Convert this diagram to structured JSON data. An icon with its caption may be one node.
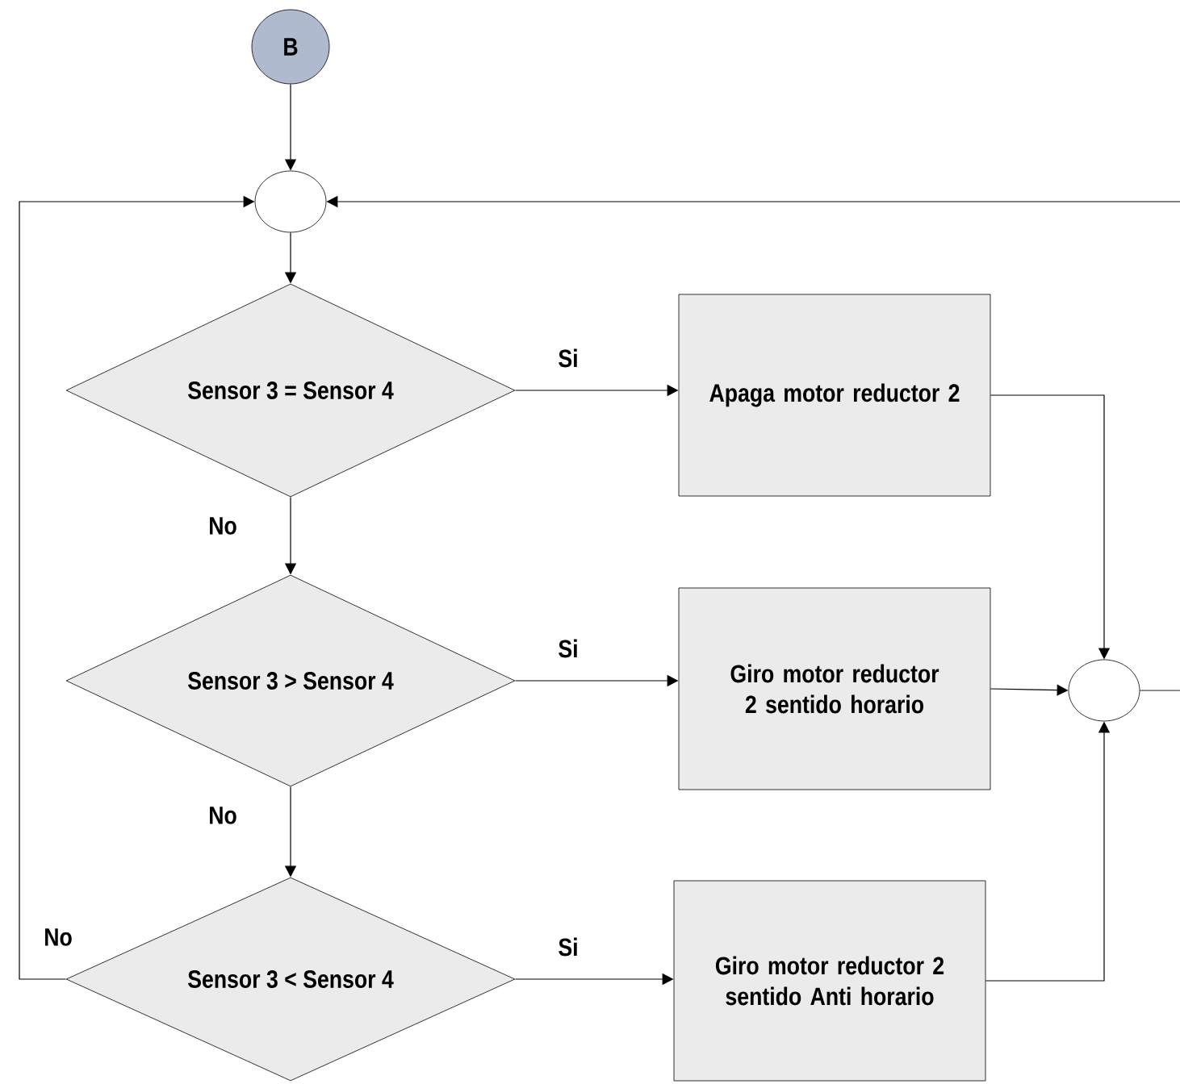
{
  "diagram": {
    "nodes": [
      {
        "text": [
          "B"
        ]
      },
      {
        "text": [],
        "shape": "circle"
      },
      {
        "text": [
          "Sensor 3 = Sensor 4"
        ]
      },
      {
        "text": [
          "Apaga motor reductor 2"
        ]
      },
      {
        "text": [
          "Sensor 3 > Sensor 4"
        ]
      },
      {
        "text": [
          "Giro motor reductor 2 sentido horario"
        ]
      },
      {
        "text": [
          "Sensor 3 < Sensor 4"
        ]
      },
      {
        "text": [
          "Giro motor reductor 2 sentido Anti horario"
        ]
      },
      {
        "text": [],
        "shape": "circle"
      }
    ],
    "edges": [
      {
        "from": 0,
        "to": 1,
        "arrow": "to"
      },
      {
        "from": 1,
        "to": 2,
        "arrow": "to"
      },
      {
        "from": 2,
        "to": 3,
        "arrow": "to",
        "label": "Si"
      },
      {
        "from": 2,
        "to": 4,
        "arrow": "to",
        "label": "No"
      },
      {
        "from": 3,
        "to": 8,
        "arrow": "to"
      },
      {
        "from": 4,
        "to": 5,
        "arrow": "to",
        "label": "Si"
      },
      {
        "from": 4,
        "to": 6,
        "arrow": "to",
        "label": "No"
      },
      {
        "from": 5,
        "to": 8,
        "arrow": "to"
      },
      {
        "from": 6,
        "to": 7,
        "arrow": "to",
        "label": "Si"
      },
      {
        "from": 7,
        "to": 8,
        "arrow": "to"
      },
      {
        "from": 6,
        "to": 1,
        "arrow": "to",
        "label": "No"
      },
      {
        "from": 8,
        "to": null,
        "arrow": "none"
      },
      {
        "from": null,
        "to": 1,
        "arrow": "to"
      }
    ]
  }
}
